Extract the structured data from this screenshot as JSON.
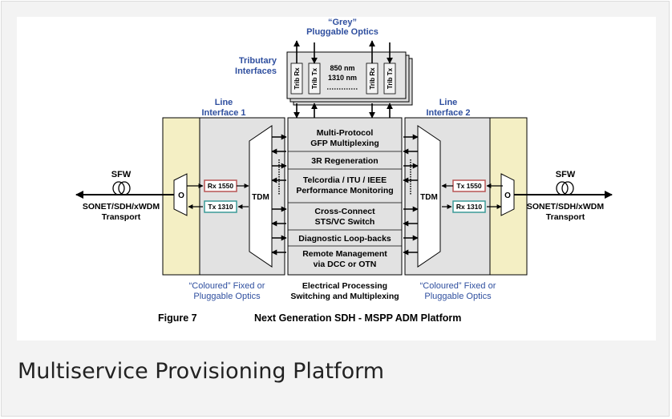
{
  "caption": "Multiservice Provisioning Platform",
  "figure": {
    "number": "Figure 7",
    "title": "Next Generation SDH - MSPP ADM Platform"
  },
  "diagram": {
    "grey_optics": [
      "“Grey”",
      "Pluggable Optics"
    ],
    "tributary": [
      "Tributary",
      "Interfaces"
    ],
    "trib_labels": [
      "Trib Rx",
      "Trib Tx",
      "Trib Rx",
      "Trib Tx"
    ],
    "trib_wavelengths": [
      "850 nm",
      "1310 nm"
    ],
    "line_interface_1": [
      "Line",
      "Interface 1"
    ],
    "line_interface_2": [
      "Line",
      "Interface 2"
    ],
    "sfw": "SFW",
    "transport": [
      "SONET/SDH/xWDM",
      "Transport"
    ],
    "o_label": "O",
    "tdm": "TDM",
    "rx_1550": "Rx 1550",
    "tx_1310": "Tx 1310",
    "tx_1550": "Tx 1550",
    "rx_1310": "Rx 1310",
    "coloured_optics": [
      "“Coloured” Fixed or",
      "Pluggable Optics"
    ],
    "core_functions": [
      [
        "Multi-Protocol",
        "GFP Multiplexing"
      ],
      [
        "3R Regeneration"
      ],
      [
        "Telcordia / ITU / IEEE",
        "Performance Monitoring"
      ],
      [
        "Cross-Connect",
        "STS/VC Switch"
      ],
      [
        "Diagnostic Loop-backs"
      ],
      [
        "Remote Management",
        "via DCC or OTN"
      ]
    ],
    "core_caption": [
      "Electrical Processing",
      "Switching and Multiplexing"
    ]
  },
  "colors": {
    "blue_label": "#2f4f9f",
    "yellow_panel": "#f4efc4",
    "grey_panel": "#e2e2e2",
    "rx_red": "#b85454",
    "tx_teal": "#3b9a98"
  }
}
